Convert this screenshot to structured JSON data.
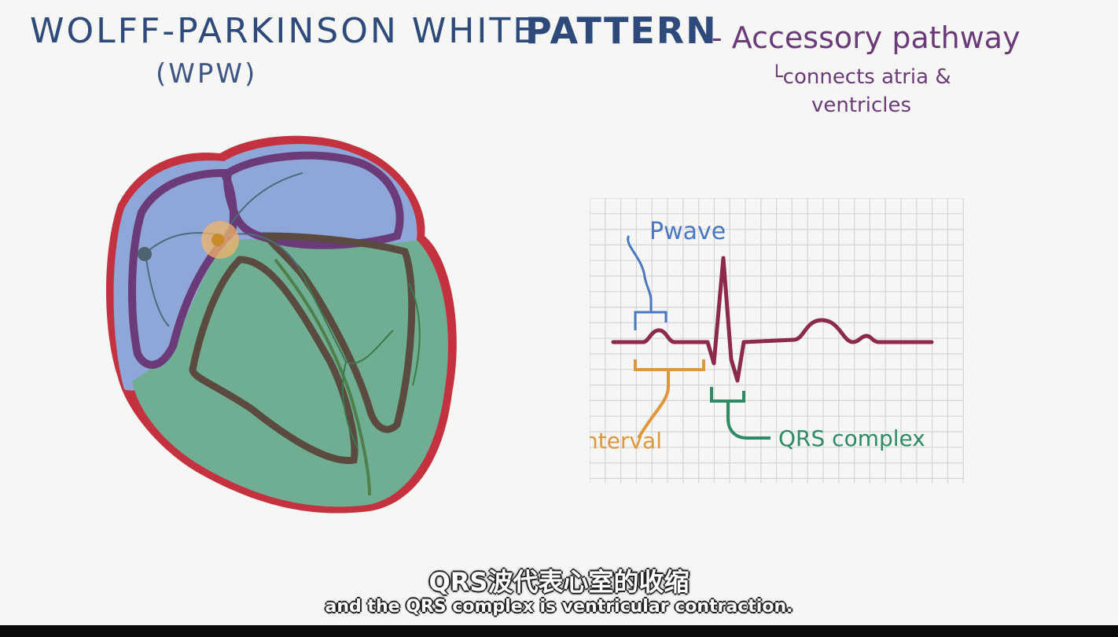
{
  "title": {
    "main": "WOLFF-PARKINSON WHITE",
    "pattern": "PATTERN",
    "abbreviation": "(WPW)"
  },
  "note": {
    "heading": "- Accessory pathway",
    "line1": "└connects atria &",
    "line2": "ventricles"
  },
  "ecg": {
    "p_wave_label": "Pwave",
    "pr_interval_label": "PR interval",
    "qrs_label": "QRS complex"
  },
  "subtitles": {
    "chinese": "QRS波代表心室的收缩",
    "english": "and the QRS complex is ventricular contraction."
  },
  "colors": {
    "title_blue": "#2e4a7a",
    "note_purple": "#6a3b78",
    "heart_outline_red": "#c4323f",
    "atria_blue": "#8fa7d8",
    "ventricle_green": "#6fae92",
    "ecg_trace": "#8b2a4a",
    "p_wave_blue": "#4a78c0",
    "pr_orange": "#e0963a",
    "qrs_green": "#2f8a66",
    "grid": "#d4d4dc"
  }
}
